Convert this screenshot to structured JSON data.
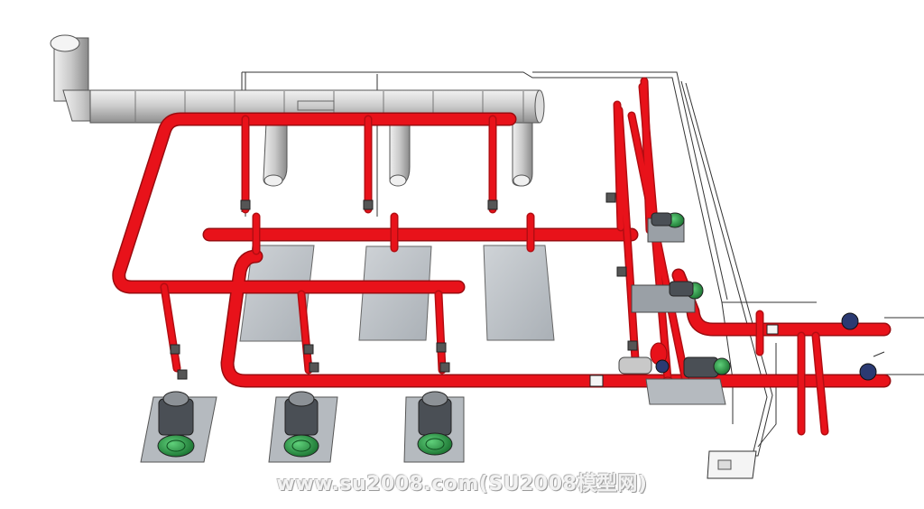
{
  "watermark": {
    "text": "www.su2008.com(SU2008模型网)"
  },
  "colors": {
    "pipe_red": "#e8121a",
    "pipe_red_dark": "#a50c10",
    "duct_gray": "#c9c9c9",
    "pad_gray": "#b9bdc2",
    "motor_green": "#1f8a3a"
  },
  "components": {
    "air_duct": "exhaust-duct",
    "risers": "red-fire-main-pipes",
    "pumps": [
      "pump-1",
      "pump-2",
      "pump-3"
    ],
    "right_pumps": [
      "pump-4",
      "pump-5",
      "pump-6"
    ],
    "pads": [
      "floor-pad-1",
      "floor-pad-2",
      "floor-pad-3"
    ]
  }
}
